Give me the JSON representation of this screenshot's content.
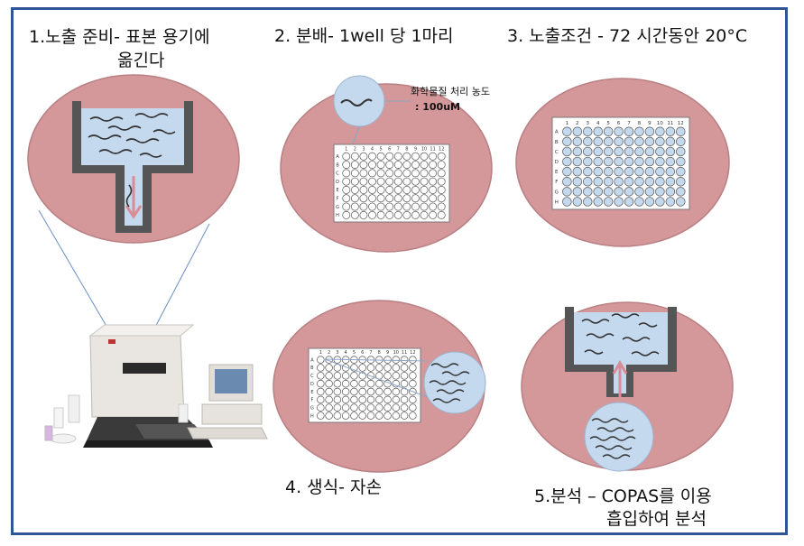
{
  "steps": {
    "s1": {
      "line1": "1.노출 준비- 표본 용기에",
      "line2": "옮긴다"
    },
    "s2": {
      "line1": "2. 분배- 1well 당 1마리"
    },
    "s3": {
      "line1": "3. 노출조건 - 72 시간동안 20°C"
    },
    "s4": {
      "line1": "4. 생식- 자손"
    },
    "s5": {
      "line1": "5.분석 – COPAS를 이용",
      "line2": "흡입하여 분석"
    }
  },
  "callout": {
    "line1": "화학물질 처리 농도",
    "line2": ": 100uM"
  },
  "plate": {
    "cols": [
      "1",
      "2",
      "3",
      "4",
      "5",
      "6",
      "7",
      "8",
      "9",
      "10",
      "11",
      "12"
    ],
    "rows": [
      "A",
      "B",
      "C",
      "D",
      "E",
      "F",
      "G",
      "H"
    ]
  },
  "colors": {
    "circle_fill": "#d4989a",
    "circle_stroke": "#b97f82",
    "frame": "#2f5597",
    "container": "#555555",
    "liquid": "#c5d9ee",
    "arrow": "#d98c96"
  }
}
